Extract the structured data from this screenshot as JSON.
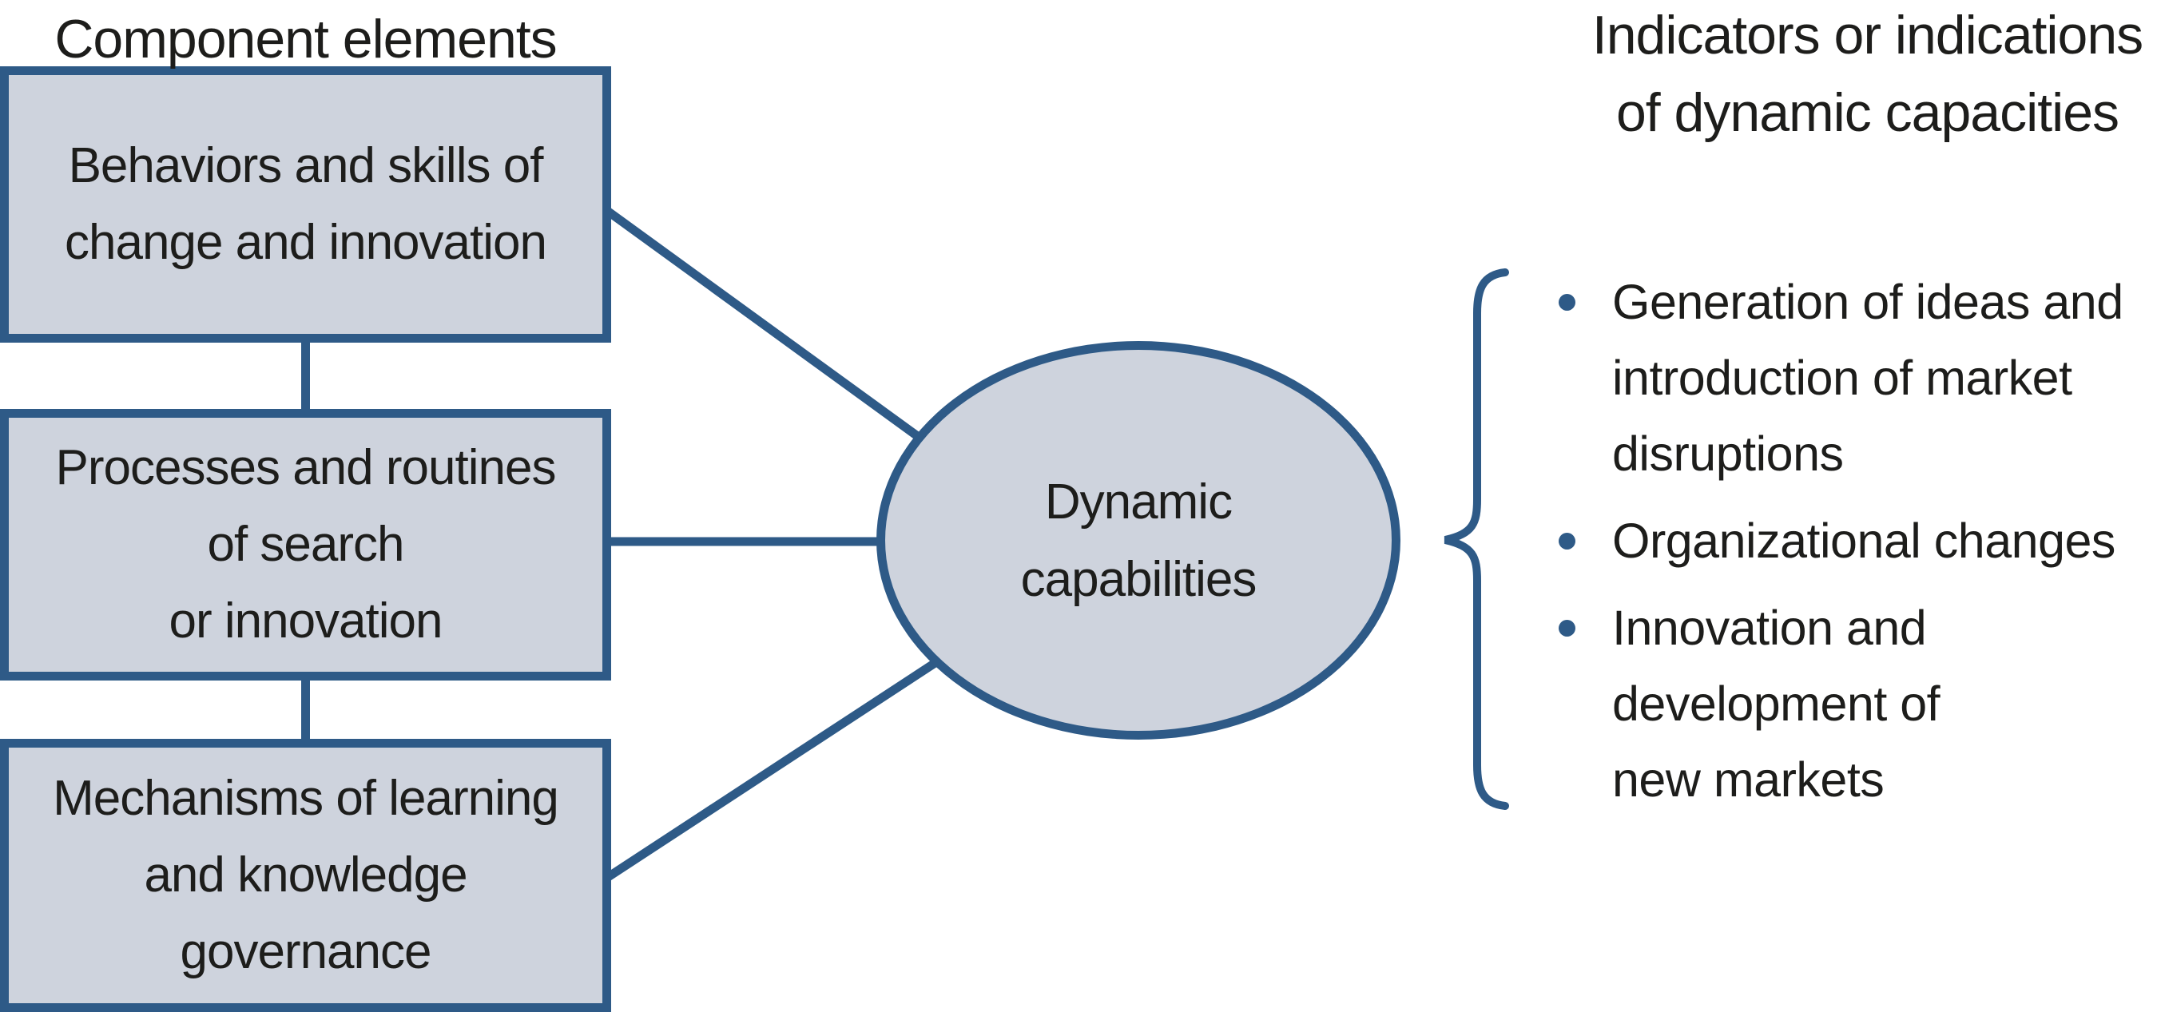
{
  "palette": {
    "accent": "#2e5a87",
    "node_fill": "#ced3dd",
    "text": "#1d1d1b",
    "background": "#ffffff"
  },
  "left_column": {
    "title": "Component elements",
    "boxes": [
      {
        "lines": [
          "Behaviors and skills of",
          "change and innovation"
        ]
      },
      {
        "lines": [
          "Processes and routines",
          "of search",
          "or innovation"
        ]
      },
      {
        "lines": [
          "Mechanisms of learning",
          "and knowledge",
          "governance"
        ]
      }
    ]
  },
  "center_node": {
    "lines": [
      "Dynamic",
      "capabilities"
    ]
  },
  "right_column": {
    "title_lines": [
      "Indicators or indications",
      "of dynamic capacities"
    ],
    "bullets": [
      {
        "lines": [
          "Generation of ideas and",
          "introduction of market",
          "disruptions"
        ]
      },
      {
        "lines": [
          "Organizational changes",
          "",
          ""
        ]
      },
      {
        "lines": [
          "Innovation and",
          "development of",
          "new markets"
        ]
      }
    ]
  }
}
